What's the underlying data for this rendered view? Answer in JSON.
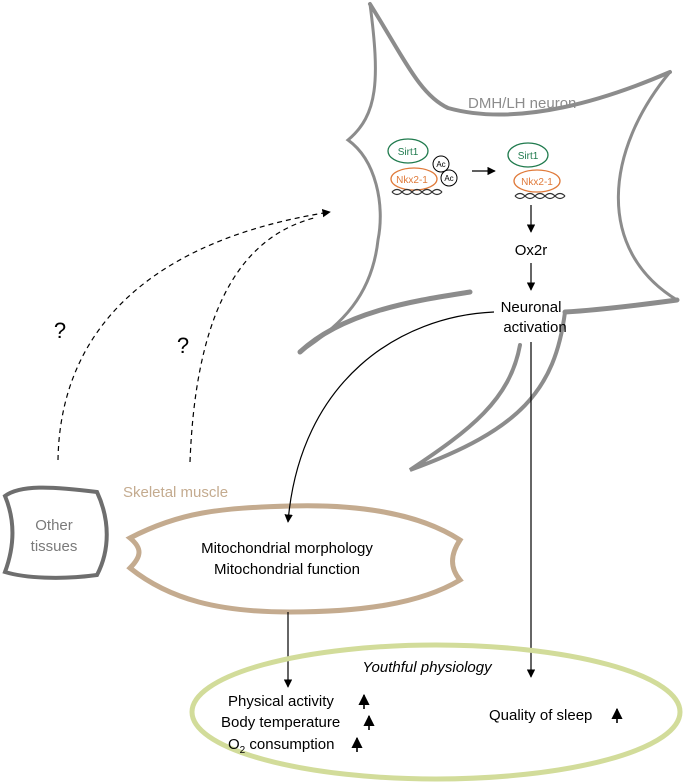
{
  "neuron": {
    "label": "DMH/LH neuron",
    "sirt1_left": "Sirt1",
    "nkx_left": "Nkx2-1",
    "ac1": "Ac",
    "ac2": "Ac",
    "sirt1_right": "Sirt1",
    "nkx_right": "Nkx2-1",
    "ox2r": "Ox2r",
    "activation_line1": "Neuronal",
    "activation_line2": "activation"
  },
  "unknown_signals": [
    "?",
    "?"
  ],
  "other_tissues": {
    "line1": "Other",
    "line2": "tissues"
  },
  "muscle": {
    "label": "Skeletal muscle",
    "line1": "Mitochondrial morphology",
    "line2": "Mitochondrial function"
  },
  "physiology": {
    "title": "Youthful physiology",
    "item1": "Physical activity",
    "item2": "Body temperature",
    "item3_prefix": "O",
    "item3_sub": "2",
    "item3_suffix": " consumption",
    "sleep": "Quality of sleep"
  },
  "colors": {
    "neuron_outline": "#8c8c8c",
    "sirt1": "#1f7a4d",
    "nkx": "#e07a3a",
    "muscle": "#c4ab8f",
    "physiology": "#d2dc9a",
    "other_tissues": "#6e6e6e"
  }
}
